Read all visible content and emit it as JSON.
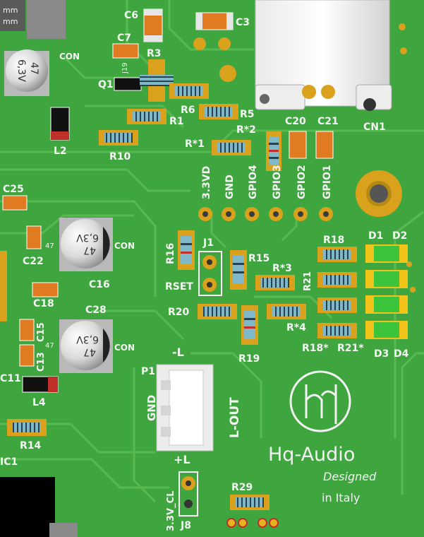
{
  "corner_unit_labels": [
    "mm",
    "mm"
  ],
  "capacitor_values": {
    "c_top_left": [
      "47",
      "6,3V"
    ],
    "c16": [
      "47",
      "6,3V"
    ],
    "c28": [
      "47",
      "6,3V"
    ],
    "con": "CON",
    "small_47": "47"
  },
  "ref": {
    "c6": "C6",
    "c3": "C3",
    "c7": "C7",
    "r3": "R3",
    "q1": "Q1",
    "r1": "R1",
    "r6": "R6",
    "r5": "R5",
    "l2": "L2",
    "r10": "R10",
    "r_star_1": "R*1",
    "r_star_2": "R*2",
    "c20": "C20",
    "c21": "C21",
    "cn1": "CN1",
    "c25": "C25",
    "c22": "C22",
    "c16": "C16",
    "c18": "C18",
    "c28": "C28",
    "c15": "C15",
    "c13": "C13",
    "c11": "C11",
    "l4": "L4",
    "r14": "R14",
    "ic1": "IC1",
    "r16": "R16",
    "j1": "J1",
    "rset": "RSET",
    "r15": "R15",
    "r_star_3": "R*3",
    "r20": "R20",
    "r_star_4": "R*4",
    "r19": "R19",
    "r18": "R18",
    "r21": "R21",
    "r18_star": "R18*",
    "r21_star": "R21*",
    "d1": "D1",
    "d2": "D2",
    "d3": "D3",
    "d4": "D4",
    "p1": "P1",
    "r29": "R29",
    "j8": "J8",
    "q1_mark": "J19"
  },
  "header_pins": [
    "3.3VD",
    "GND",
    "GPIO4",
    "GPIO3",
    "GPIO2",
    "GPIO1"
  ],
  "connector": {
    "minus_l": "-L",
    "plus_l": "+L",
    "gnd": "GND",
    "l_out": "L-OUT"
  },
  "j8_label": "3.3V_CL",
  "logo": {
    "brand": "Hq-Audio",
    "tagline_1": "Designed",
    "tagline_2": "in Italy"
  },
  "colors": {
    "board": "#3fa63f",
    "trace": "#55b84f",
    "silk": "#f2f2f2",
    "pad_gold": "#d9a11c",
    "led_green": "#3cc43c",
    "cap_orange": "#e07b22"
  }
}
